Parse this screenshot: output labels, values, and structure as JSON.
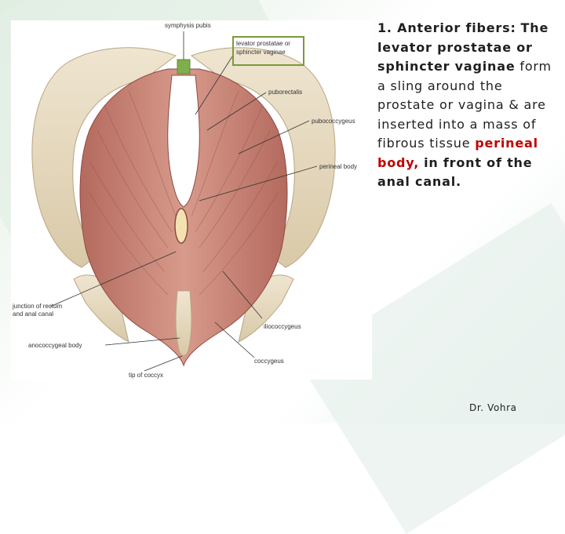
{
  "slide": {
    "heading": "1. Anterior fibers:",
    "line_bold": "The levator prostatae or sphincter vaginae",
    "line_normal": "form a sling around the prostate or vagina & are inserted into a mass of fibrous tissue",
    "highlight": "perineal body,",
    "line_end": "in front of the anal canal.",
    "footer": "Dr. Vohra"
  },
  "figure": {
    "labels": {
      "symphysis_pubis": "symphysis pubis",
      "levator_prostatae_1": "levator prostatae or",
      "levator_prostatae_2": "sphincter vaginae",
      "puborectalis": "puborectalis",
      "pubococcygeus": "pubococcygeus",
      "perineal_body": "perineal body",
      "junction_1": "junction of rectum",
      "junction_2": "and anal canal",
      "iliococcygeus": "iliococcygeus",
      "anococcygeal_body": "anococcygeal body",
      "coccygeus": "coccygeus",
      "tip_of_coccyx": "tip of coccyx"
    },
    "colors": {
      "muscle": "#c98a7c",
      "muscle_dark": "#a85e52",
      "bone": "#e8dcc4",
      "highlight_box": "#7a9a3a"
    }
  }
}
